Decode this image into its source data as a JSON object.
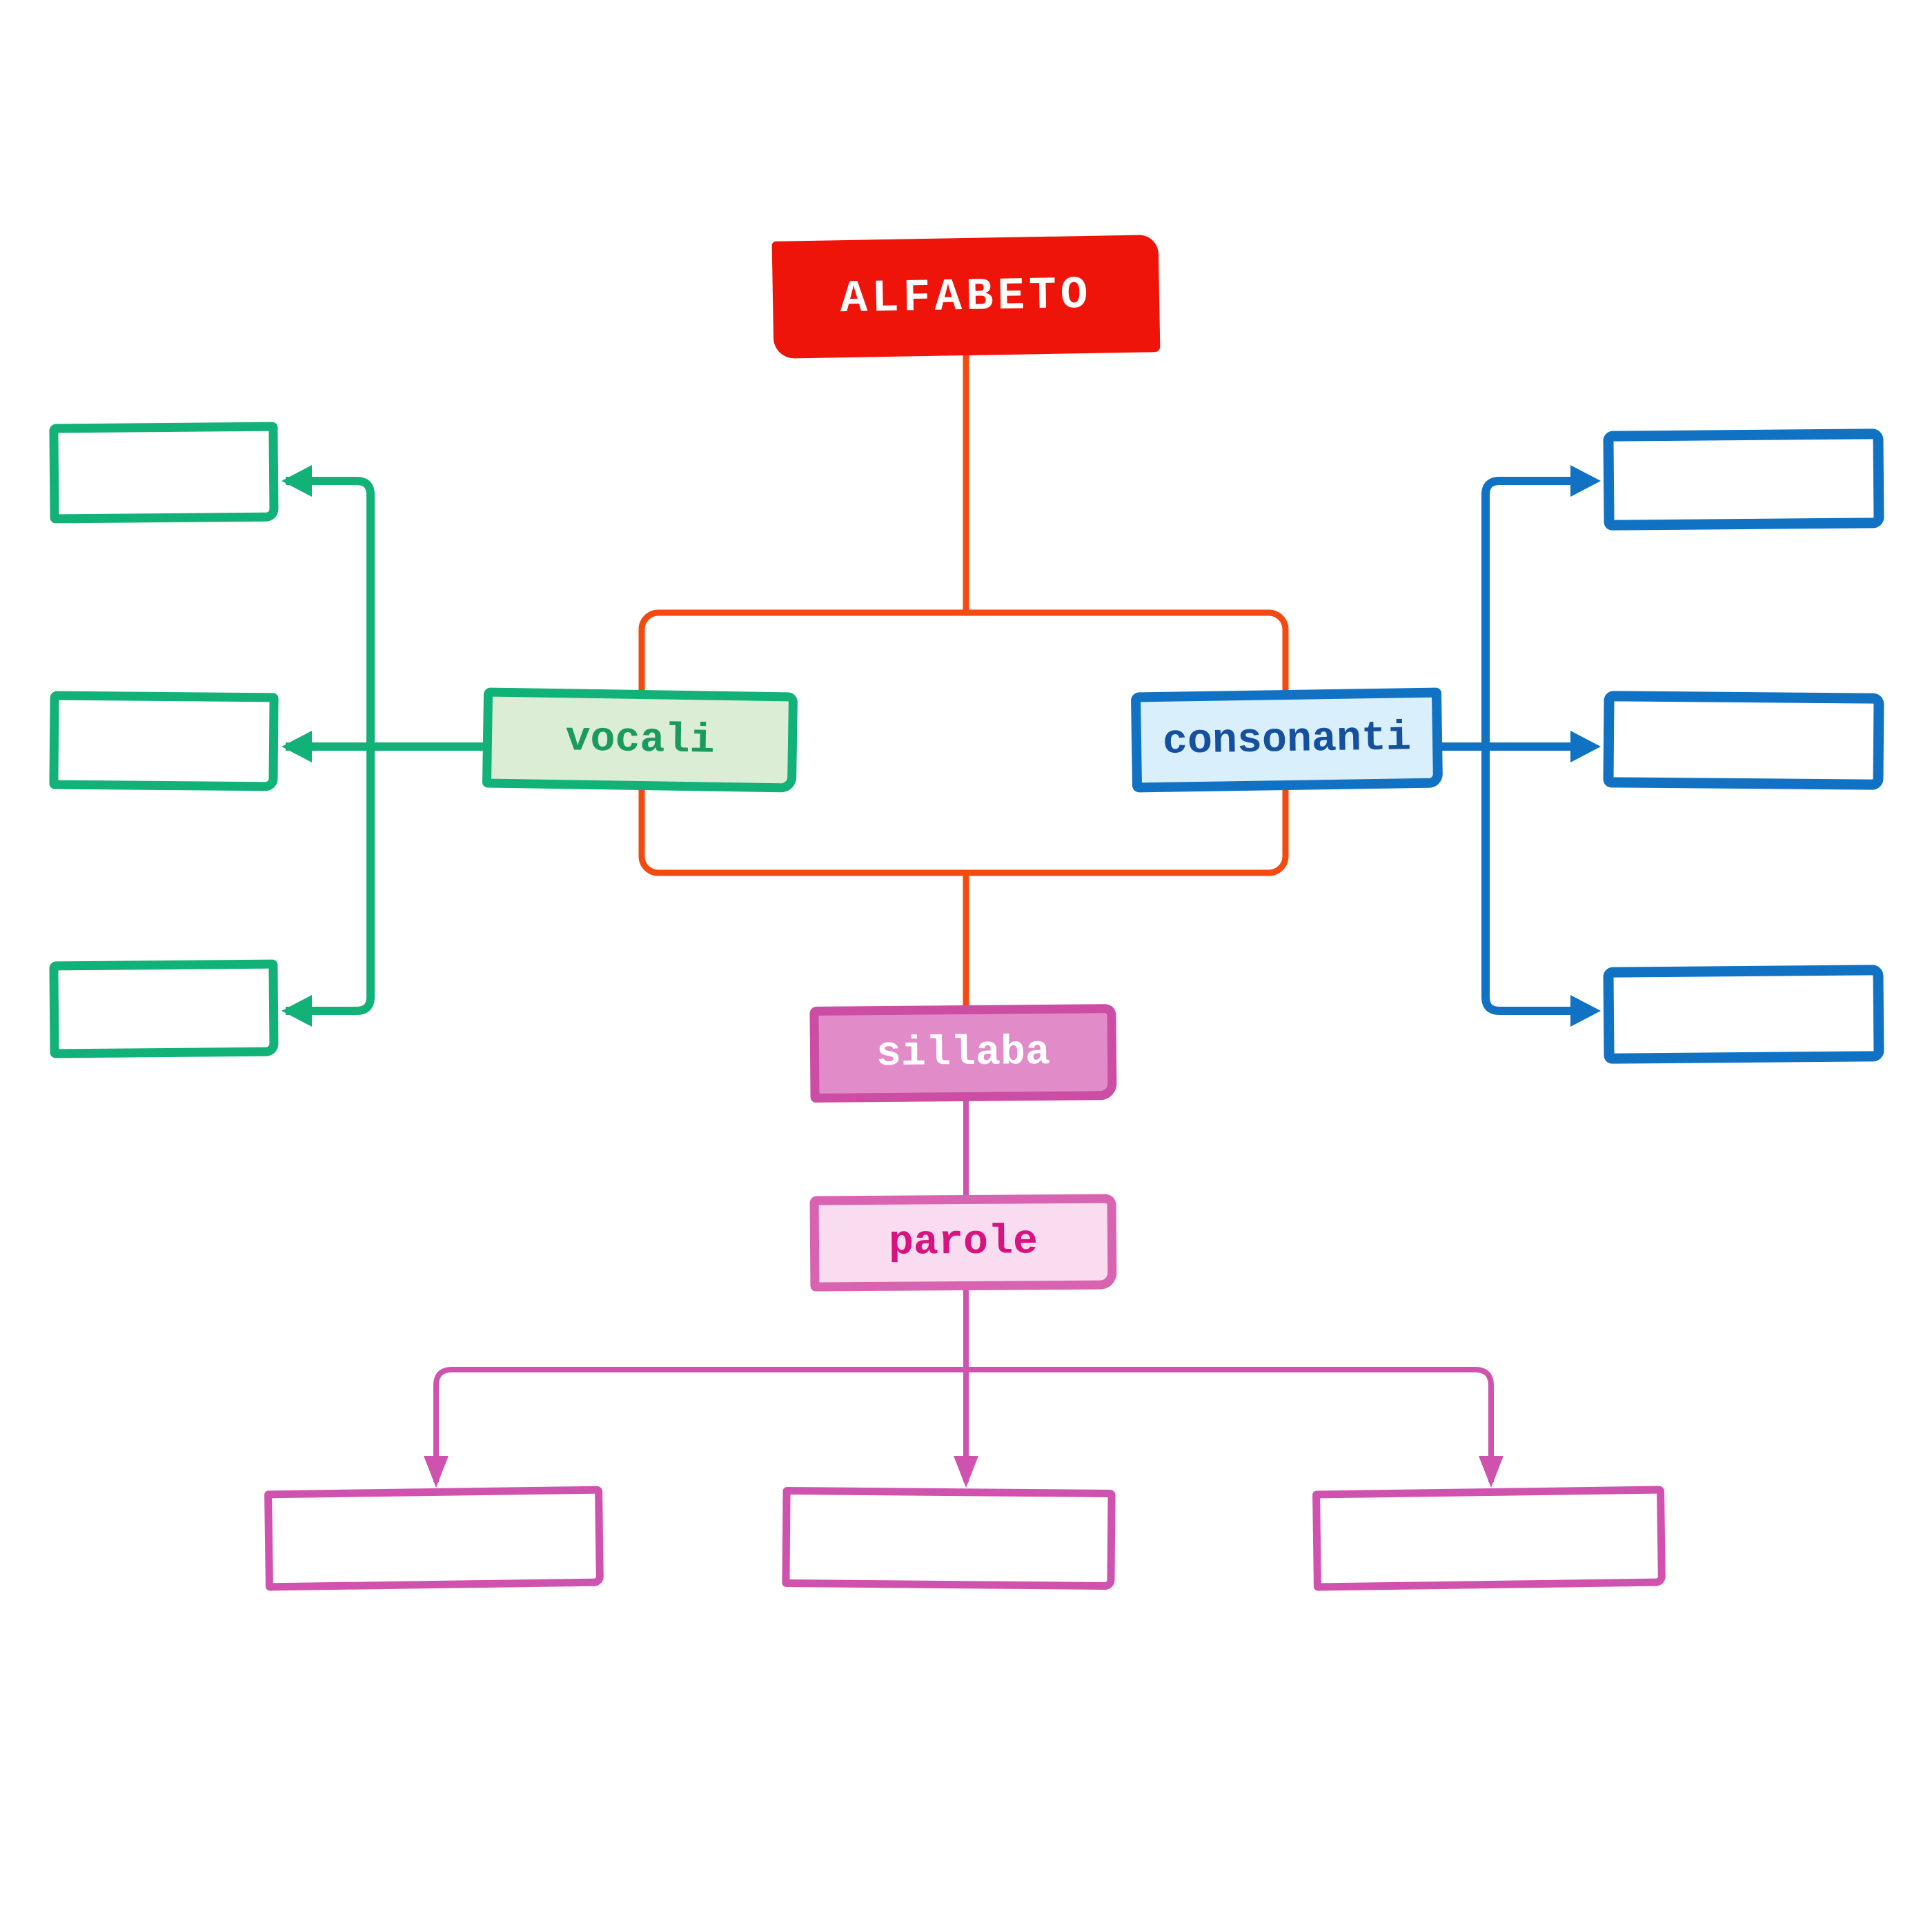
{
  "nodes": {
    "alfabeto": {
      "label": "ALFABETO"
    },
    "vocali": {
      "label": "vocali"
    },
    "consonanti": {
      "label": "consonanti"
    },
    "sillaba": {
      "label": "sillaba"
    },
    "parole": {
      "label": "parole"
    }
  },
  "empty_boxes": {
    "vocali_children": 3,
    "consonanti_children": 3,
    "parole_children": 3
  },
  "colors": {
    "red": "#ee1409",
    "orange": "#f4490f",
    "green": "#12b177",
    "green_fill": "#dcedd6",
    "green_text": "#1a9a5e",
    "blue": "#1172c4",
    "blue_fill": "#d9effb",
    "blue_text": "#15509f",
    "magenta": "#cf53ae",
    "sillaba_fill": "#e18cc9",
    "sillaba_border": "#cc4da4",
    "parole_fill": "#fadcf0",
    "parole_text": "#d6137e",
    "pink_border": "#d863b1"
  }
}
